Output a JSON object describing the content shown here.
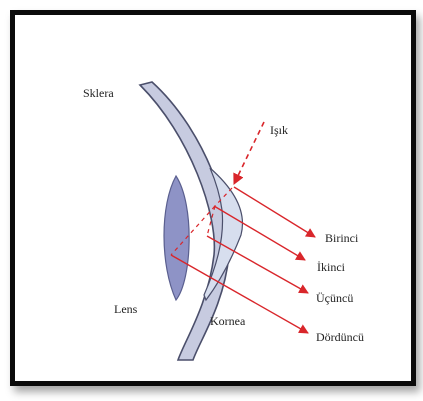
{
  "labels": {
    "sclera": "Sklera",
    "light": "Işık",
    "first": "Birinci",
    "second": "İkinci",
    "third": "Üçüncü",
    "fourth": "Dördüncü",
    "lens": "Lens",
    "cornea": "Kornea"
  },
  "colors": {
    "ray": "#d9262b",
    "sclera_fill": "#c7cbe0",
    "sclera_stroke": "#4b4f6b",
    "cornea_fill": "#d7deee",
    "lens_fill": "#8e93c6",
    "frame": "#0b0b0b"
  }
}
